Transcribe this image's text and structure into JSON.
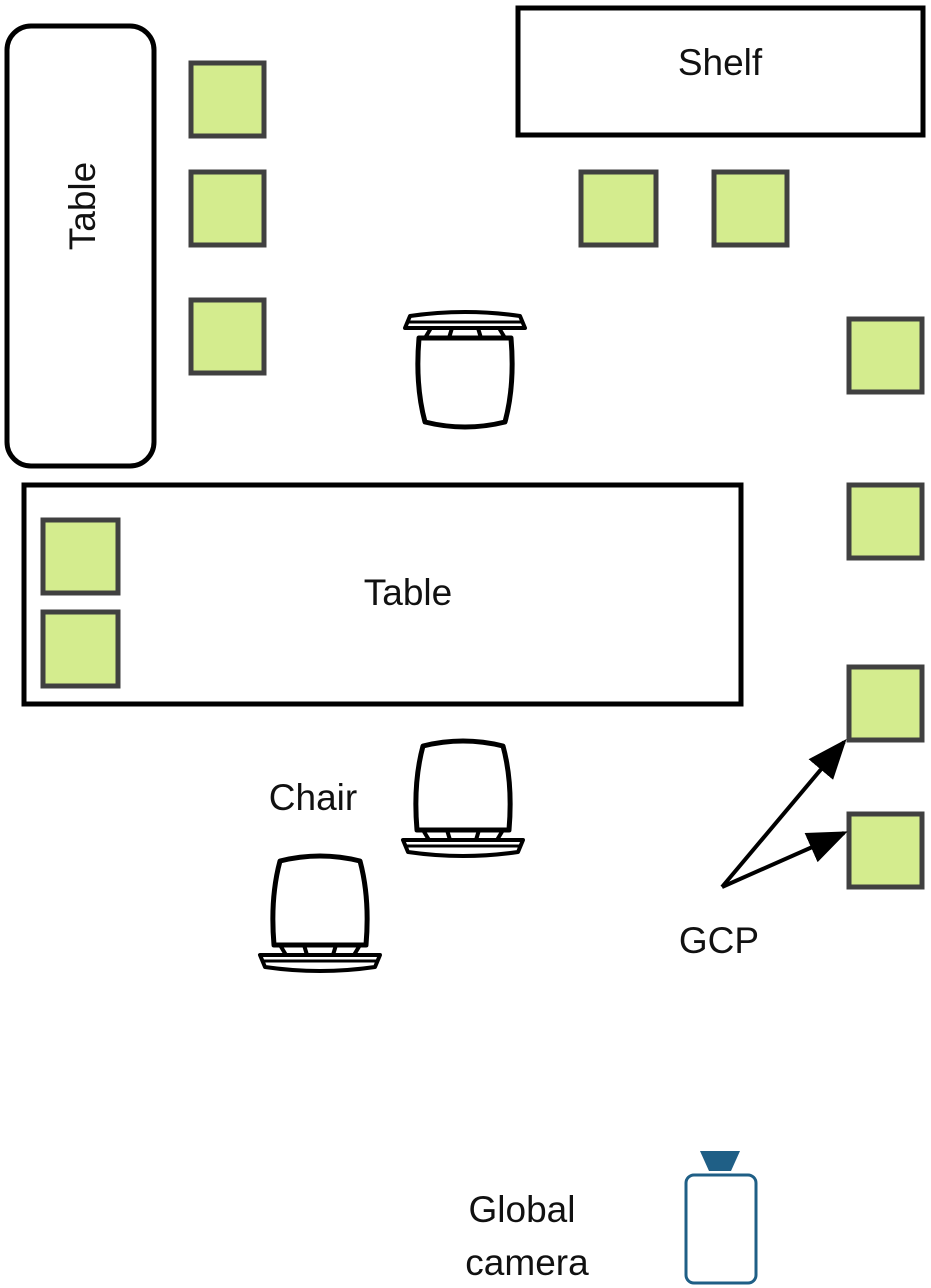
{
  "labels": {
    "table_left": "Table",
    "table_center": "Table",
    "shelf": "Shelf",
    "chair": "Chair",
    "gcp": "GCP",
    "camera_line1": "Global",
    "camera_line2": "camera"
  },
  "colors": {
    "gcp_fill": "#d4ec8e",
    "gcp_stroke": "#404040",
    "outline": "#000000",
    "camera": "#1f5f86"
  },
  "icons": {
    "chair": "chair-icon",
    "camera": "camera-icon"
  }
}
